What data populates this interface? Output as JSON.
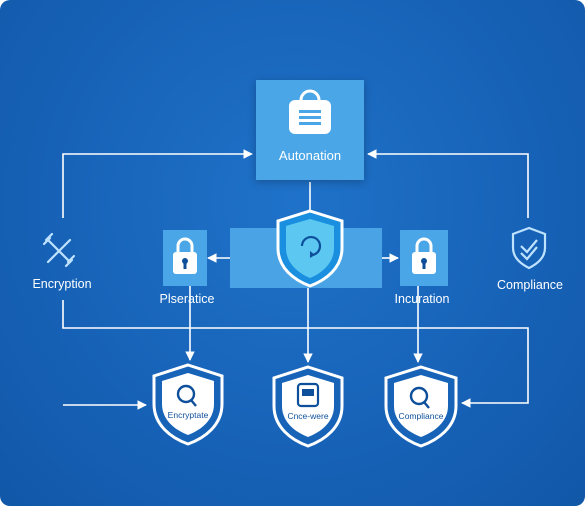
{
  "diagram": {
    "top_box": {
      "label": "Autonation",
      "icon": "document-icon"
    },
    "center_shield": {
      "icon": "refresh-icon"
    },
    "left_mid": {
      "label": "Encryption",
      "icon": "tools-icon"
    },
    "left_inner": {
      "label": "Plseratice",
      "icon": "lock-icon"
    },
    "right_inner": {
      "label": "Incuration",
      "icon": "lock-icon"
    },
    "right_mid": {
      "label": "Compliance",
      "icon": "shield-check-icon"
    },
    "bottom_shields": [
      {
        "label": "Encryptate",
        "icon": "search-icon"
      },
      {
        "label": "Cnce-were",
        "icon": "device-icon"
      },
      {
        "label": "Compliance",
        "icon": "search-icon"
      }
    ]
  },
  "colors": {
    "background": "#1763b8",
    "box_light": "#4aa6e6",
    "band": "#4aa3e4",
    "white": "#ffffff",
    "accent_text": "#0d4f9a"
  }
}
